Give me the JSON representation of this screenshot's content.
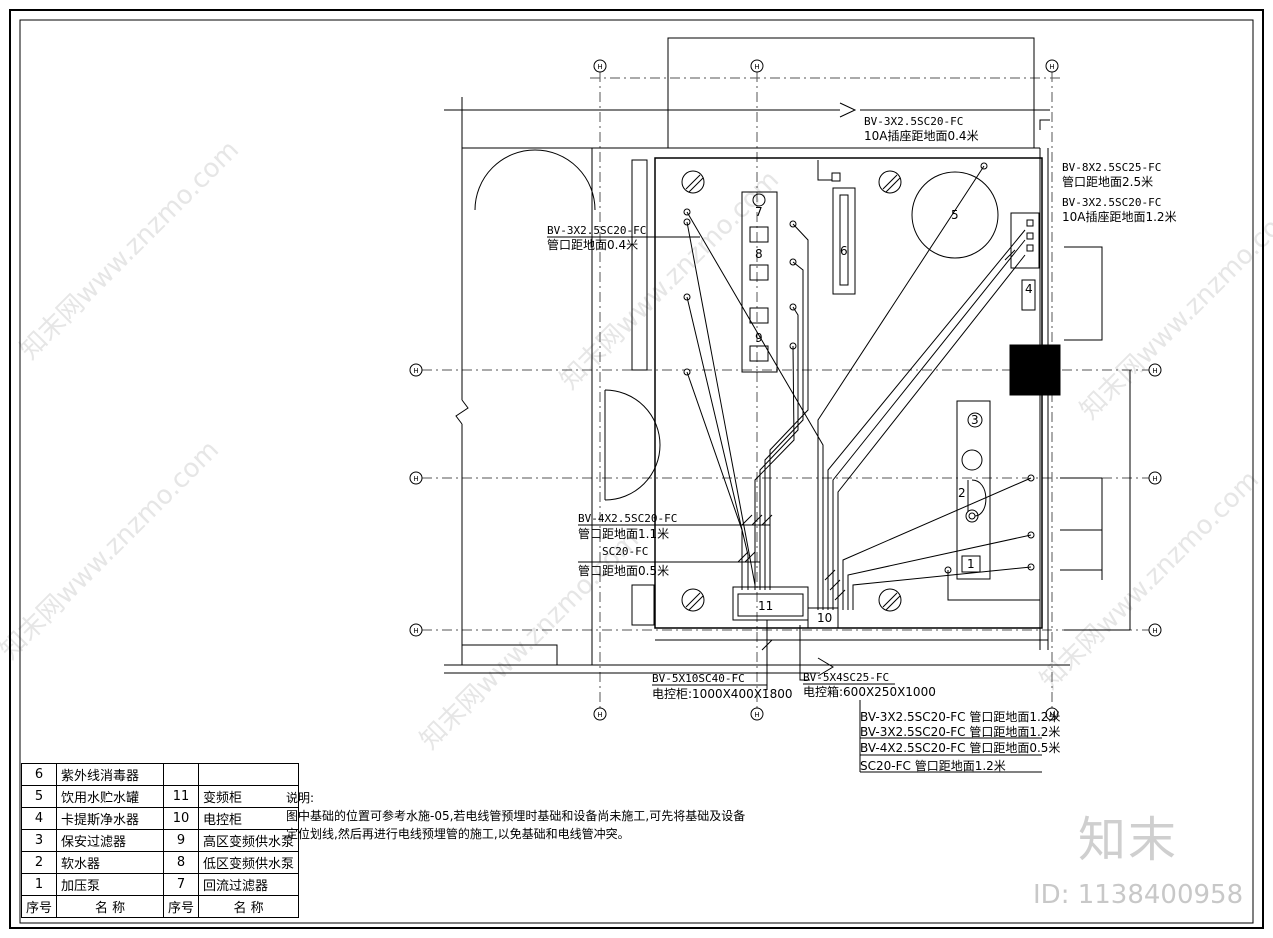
{
  "watermarks": [
    "知末网www.znzmo.com"
  ],
  "brand": {
    "logo_text": "知末",
    "id_text": "ID: 1138400958"
  },
  "equipment_numbers": [
    "1",
    "2",
    "3",
    "4",
    "5",
    "6",
    "7",
    "8",
    "9",
    "10",
    "11"
  ],
  "annotations": {
    "a1_line1": "BV-3X2.5SC20-FC",
    "a1_line2": "10A插座距地面0.4米",
    "a2_line1": "BV-8X2.5SC25-FC",
    "a2_line2": "管口距地面2.5米",
    "a3_line1": "BV-3X2.5SC20-FC",
    "a3_line2": "10A插座距地面1.2米",
    "a4_line1": "BV-3X2.5SC20-FC",
    "a4_line2": "管口距地面0.4米",
    "a5_line1": "BV-4X2.5SC20-FC",
    "a5_line2": "管口距地面1.1米",
    "a6_line1": "SC20-FC",
    "a6_line2": "管口距地面0.5米",
    "a7_line1": "BV-5X10SC40-FC",
    "a7_line2": "电控柜:1000X400X1800",
    "a8_line1": "BV-5X4SC25-FC",
    "a8_line2": "电控箱:600X250X1000",
    "r1": "BV-3X2.5SC20-FC 管口距地面1.2米",
    "r2": "BV-3X2.5SC20-FC 管口距地面1.2米",
    "r3": "BV-4X2.5SC20-FC 管口距地面0.5米",
    "r4": "SC20-FC      管口距地面1.2米"
  },
  "notes": {
    "title": "说明:",
    "line1": "图中基础的位置可参考水施-05,若电线管预埋时基础和设备尚未施工,可先将基础及设备",
    "line2": "定位划线,然后再进行电线预埋管的施工,以免基础和电线管冲突。"
  },
  "legend": {
    "header": {
      "no": "序号",
      "name": "名 称"
    },
    "rows": [
      {
        "no1": "6",
        "name1": "紫外线消毒器",
        "no2": "",
        "name2": ""
      },
      {
        "no1": "5",
        "name1": "饮用水贮水罐",
        "no2": "11",
        "name2": "变频柜"
      },
      {
        "no1": "4",
        "name1": "卡提斯净水器",
        "no2": "10",
        "name2": "电控柜"
      },
      {
        "no1": "3",
        "name1": "保安过滤器",
        "no2": "9",
        "name2": "高区变频供水泵"
      },
      {
        "no1": "2",
        "name1": "软水器",
        "no2": "8",
        "name2": "低区变频供水泵"
      },
      {
        "no1": "1",
        "name1": "加压泵",
        "no2": "7",
        "name2": "回流过滤器"
      }
    ]
  }
}
